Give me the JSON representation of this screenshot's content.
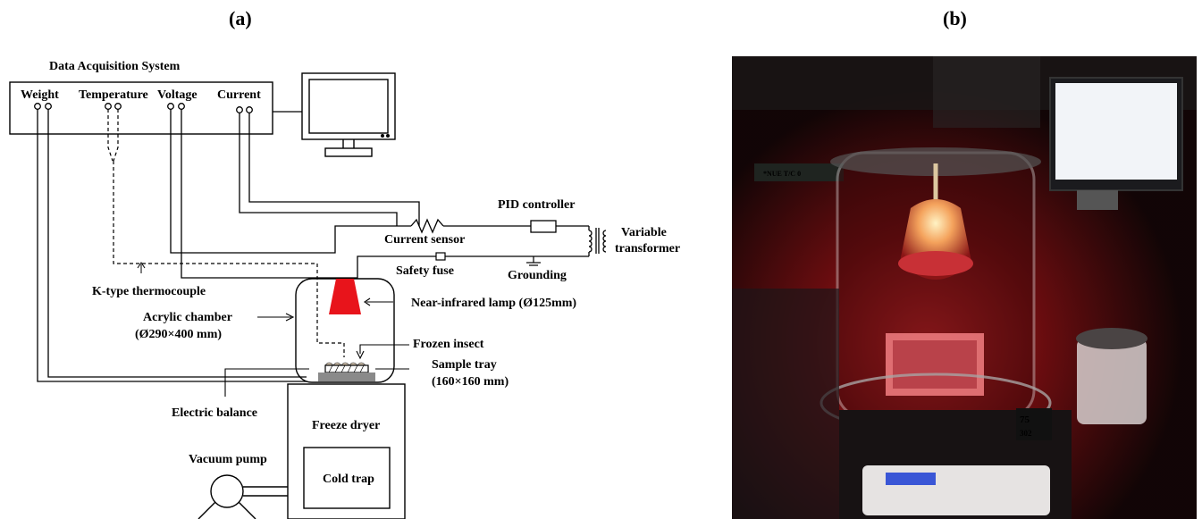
{
  "panels": {
    "a": "(a)",
    "b": "(b)"
  },
  "diagram": {
    "daq_title": "Data Acquisition System",
    "channels": {
      "weight": "Weight",
      "temperature": "Temperature",
      "voltage": "Voltage",
      "current": "Current"
    },
    "pid_controller": "PID controller",
    "variable_transformer": [
      "Variable",
      "transformer"
    ],
    "current_sensor": "Current sensor",
    "safety_fuse": "Safety fuse",
    "grounding": "Grounding",
    "thermocouple": "K-type thermocouple",
    "acrylic_chamber": [
      "Acrylic chamber",
      "(Ø290×400 mm)"
    ],
    "nir_lamp": "Near-infrared lamp (Ø125mm)",
    "frozen_insect": "Frozen insect",
    "sample_tray": [
      "Sample tray",
      "(160×160 mm)"
    ],
    "electric_balance": "Electric balance",
    "freeze_dryer": "Freeze dryer",
    "cold_trap": "Cold trap",
    "vacuum_pump": "Vacuum pump"
  },
  "colors": {
    "lamp": "#e8141b",
    "wire": "#000000",
    "photo_glow": "#c0181e"
  }
}
